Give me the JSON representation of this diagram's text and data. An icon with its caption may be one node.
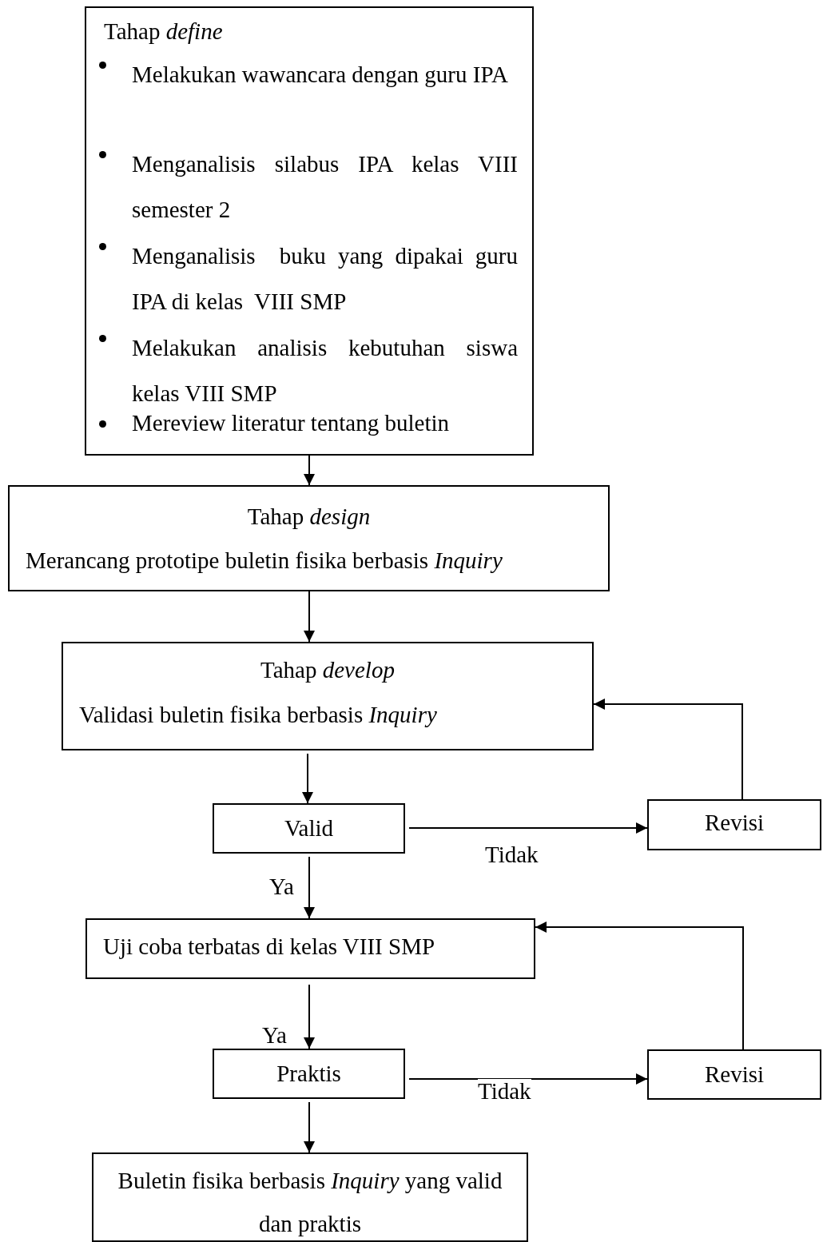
{
  "diagram": {
    "nodes": [
      {
        "text": [
          "Tahap *define*",
          "Melakukan wawancara dengan guru IPA",
          "Menganalisis silabus IPA kelas VIII semester 2",
          "Menganalisis  buku yang dipakai guru IPA di kelas  VIII SMP",
          "Melakukan analisis kebutuhan siswa kelas VIII SMP",
          "Mereview literatur tentang buletin"
        ]
      },
      {
        "text": [
          "Tahap *design*",
          "Merancang prototipe buletin fisika berbasis *Inquiry*"
        ]
      },
      {
        "text": [
          "Tahap *develop*",
          "Validasi buletin fisika berbasis *Inquiry*"
        ]
      },
      {
        "text": [
          "Valid"
        ]
      },
      {
        "text": [
          "Revisi"
        ]
      },
      {
        "text": [
          "Uji coba terbatas di kelas VIII SMP"
        ]
      },
      {
        "text": [
          "Praktis"
        ]
      },
      {
        "text": [
          "Revisi"
        ]
      },
      {
        "text": [
          "Buletin fisika berbasis *Inquiry* yang valid dan praktis"
        ]
      }
    ],
    "edges": [
      {
        "from": 0,
        "to": 1,
        "arrow": "to"
      },
      {
        "from": 1,
        "to": 2,
        "arrow": "to"
      },
      {
        "from": 2,
        "to": 3,
        "arrow": "to"
      },
      {
        "from": 3,
        "to": 4,
        "arrow": "to",
        "label": "Tidak"
      },
      {
        "from": 4,
        "to": 2,
        "arrow": "to"
      },
      {
        "from": 3,
        "to": 5,
        "arrow": "to",
        "label": "Ya"
      },
      {
        "from": 5,
        "to": 6,
        "arrow": "to",
        "label": "Ya"
      },
      {
        "from": 6,
        "to": 7,
        "arrow": "to",
        "label": "Tidak"
      },
      {
        "from": 7,
        "to": 5,
        "arrow": "to"
      },
      {
        "from": 6,
        "to": 8,
        "arrow": "to"
      }
    ]
  }
}
